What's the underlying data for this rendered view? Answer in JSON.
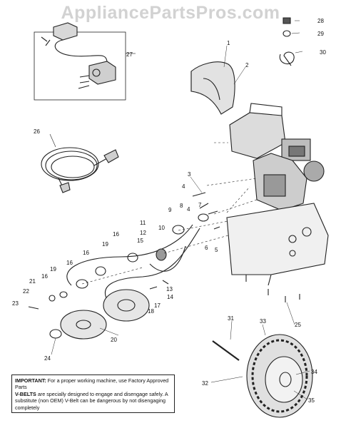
{
  "watermark": "AppliancePartsPros.com",
  "callouts": [
    "1",
    "2",
    "3",
    "4",
    "4",
    "5",
    "6",
    "7",
    "8",
    "9",
    "10",
    "11",
    "12",
    "13",
    "14",
    "15",
    "16",
    "16",
    "16",
    "16",
    "17",
    "18",
    "19",
    "19",
    "20",
    "21",
    "22",
    "23",
    "24",
    "25",
    "26",
    "27",
    "28",
    "29",
    "30",
    "31",
    "32",
    "33",
    "34",
    "35"
  ],
  "note": {
    "important_label": "IMPORTANT:",
    "important_text": "For a proper working machine, use Factory Approved Parts",
    "vbelts_label": "V-BELTS",
    "vbelts_text": "are specially designed to engage and disengage safely. A substitute (non OEM) V-Belt can be dangerous by not disengaging completely"
  }
}
